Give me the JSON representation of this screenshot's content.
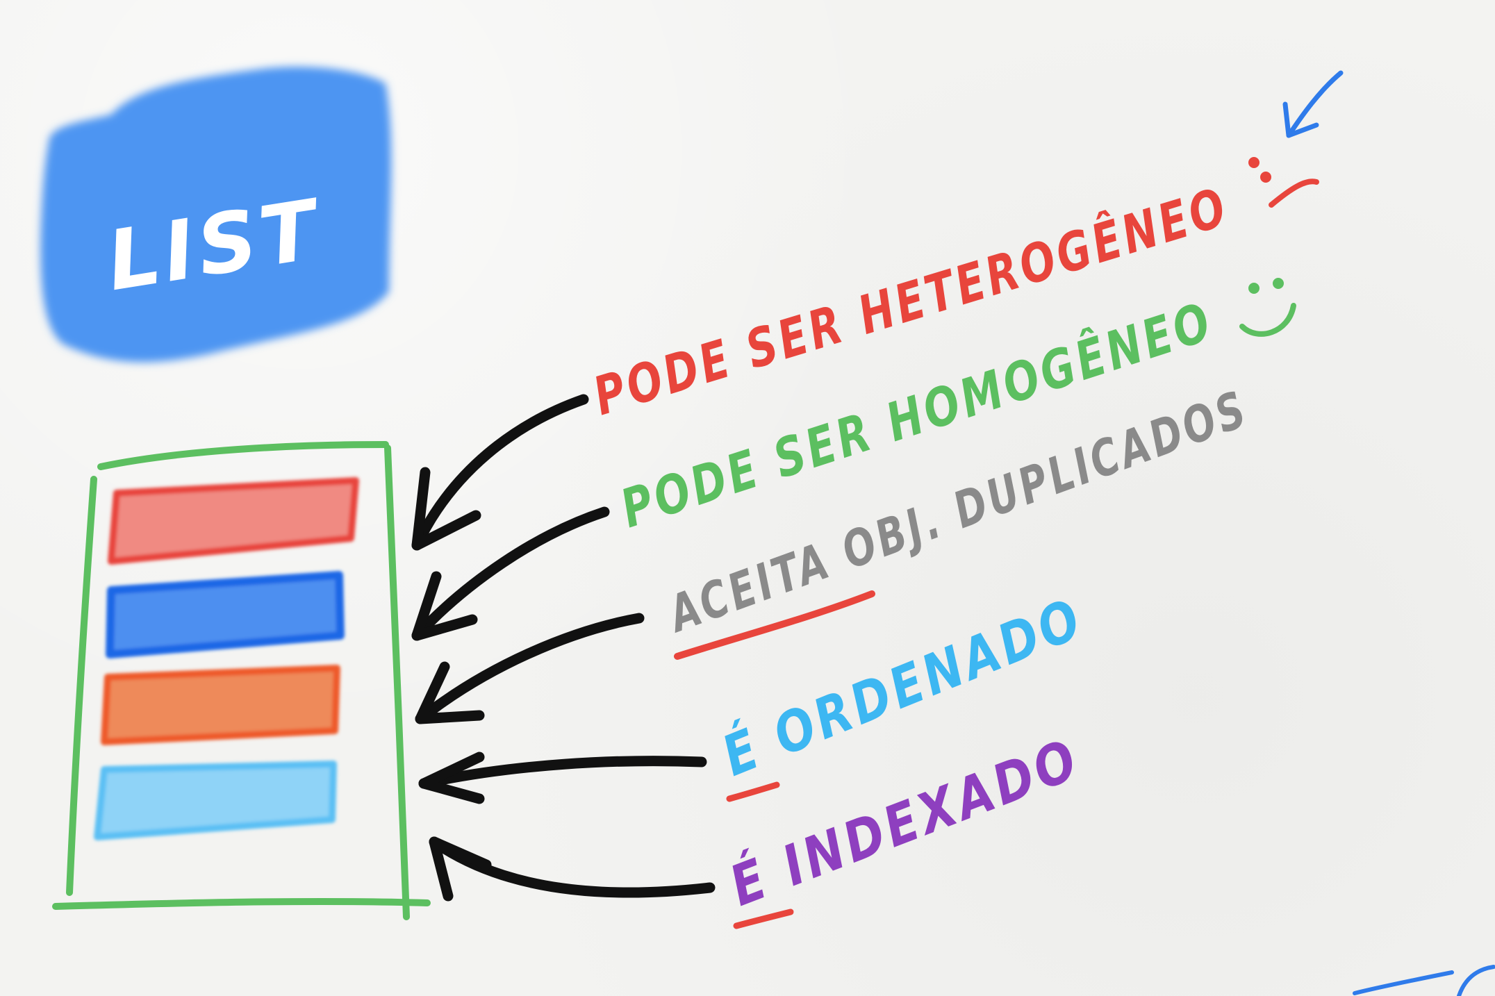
{
  "title": "LIST",
  "statements": [
    {
      "text": "PODE SER HETEROGÊNEO",
      "color": "#e8453c",
      "emoticon": ":("
    },
    {
      "text": "PODE SER HOMOGÊNEO",
      "color": "#5cbf60",
      "emoticon": ":)"
    },
    {
      "text": "ACEITA OBJ. DUPLICADOS",
      "color": "#8a8a8a",
      "underlined": "ACEITA"
    },
    {
      "text": "É ORDENADO",
      "color": "#3db7f2",
      "underlined": "É"
    },
    {
      "text": "É INDEXADO",
      "color": "#8e3fbf",
      "underlined": "É"
    }
  ],
  "colors": {
    "title_block": "#4e95f2",
    "frame": "#5cbf60",
    "bar_red": "#e8564a",
    "bar_blue": "#2f7bea",
    "bar_orange": "#ee7a45",
    "bar_light_blue": "#7fcdf6",
    "arrows": "#111111",
    "underline": "#e8453c",
    "pointer_arrow": "#2f7bea"
  },
  "icons": [
    "frown-face-icon",
    "smile-face-icon",
    "pointer-arrow-icon"
  ]
}
